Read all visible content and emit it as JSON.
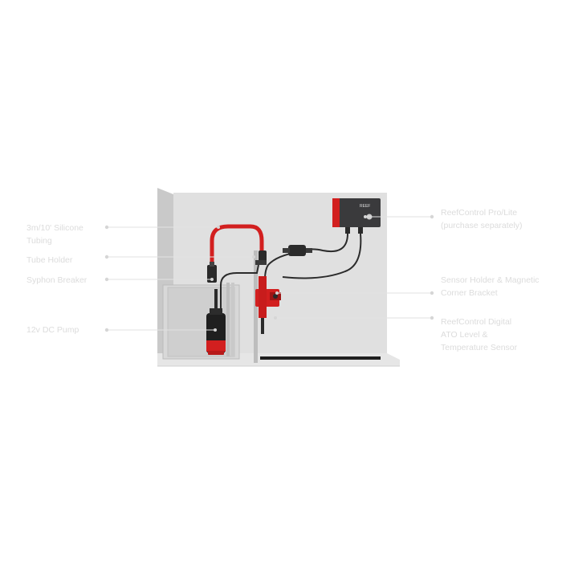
{
  "callouts": {
    "left": [
      {
        "text": "3m/10' Silicone\nTubing"
      },
      {
        "text": "Tube Holder"
      },
      {
        "text": "Syphon Breaker"
      },
      {
        "text": "12v DC Pump"
      }
    ],
    "right": [
      {
        "text": "ReefControl Pro/Lite\n(purchase separately)"
      },
      {
        "text": "Sensor Holder & Magnetic\nCorner Bracket"
      },
      {
        "text": "ReefControl Digital\nATO Level &\nTemperature Sensor"
      }
    ]
  },
  "controller_badge": "REEF",
  "colors": {
    "accent": "#d21f1f",
    "panel": "#dedede",
    "panel_dark": "#c4c4c4",
    "controller": "#3a3a3c",
    "cable": "#2b2b2b",
    "label": "#dcdcdc",
    "leader": "#e2e2e2"
  }
}
